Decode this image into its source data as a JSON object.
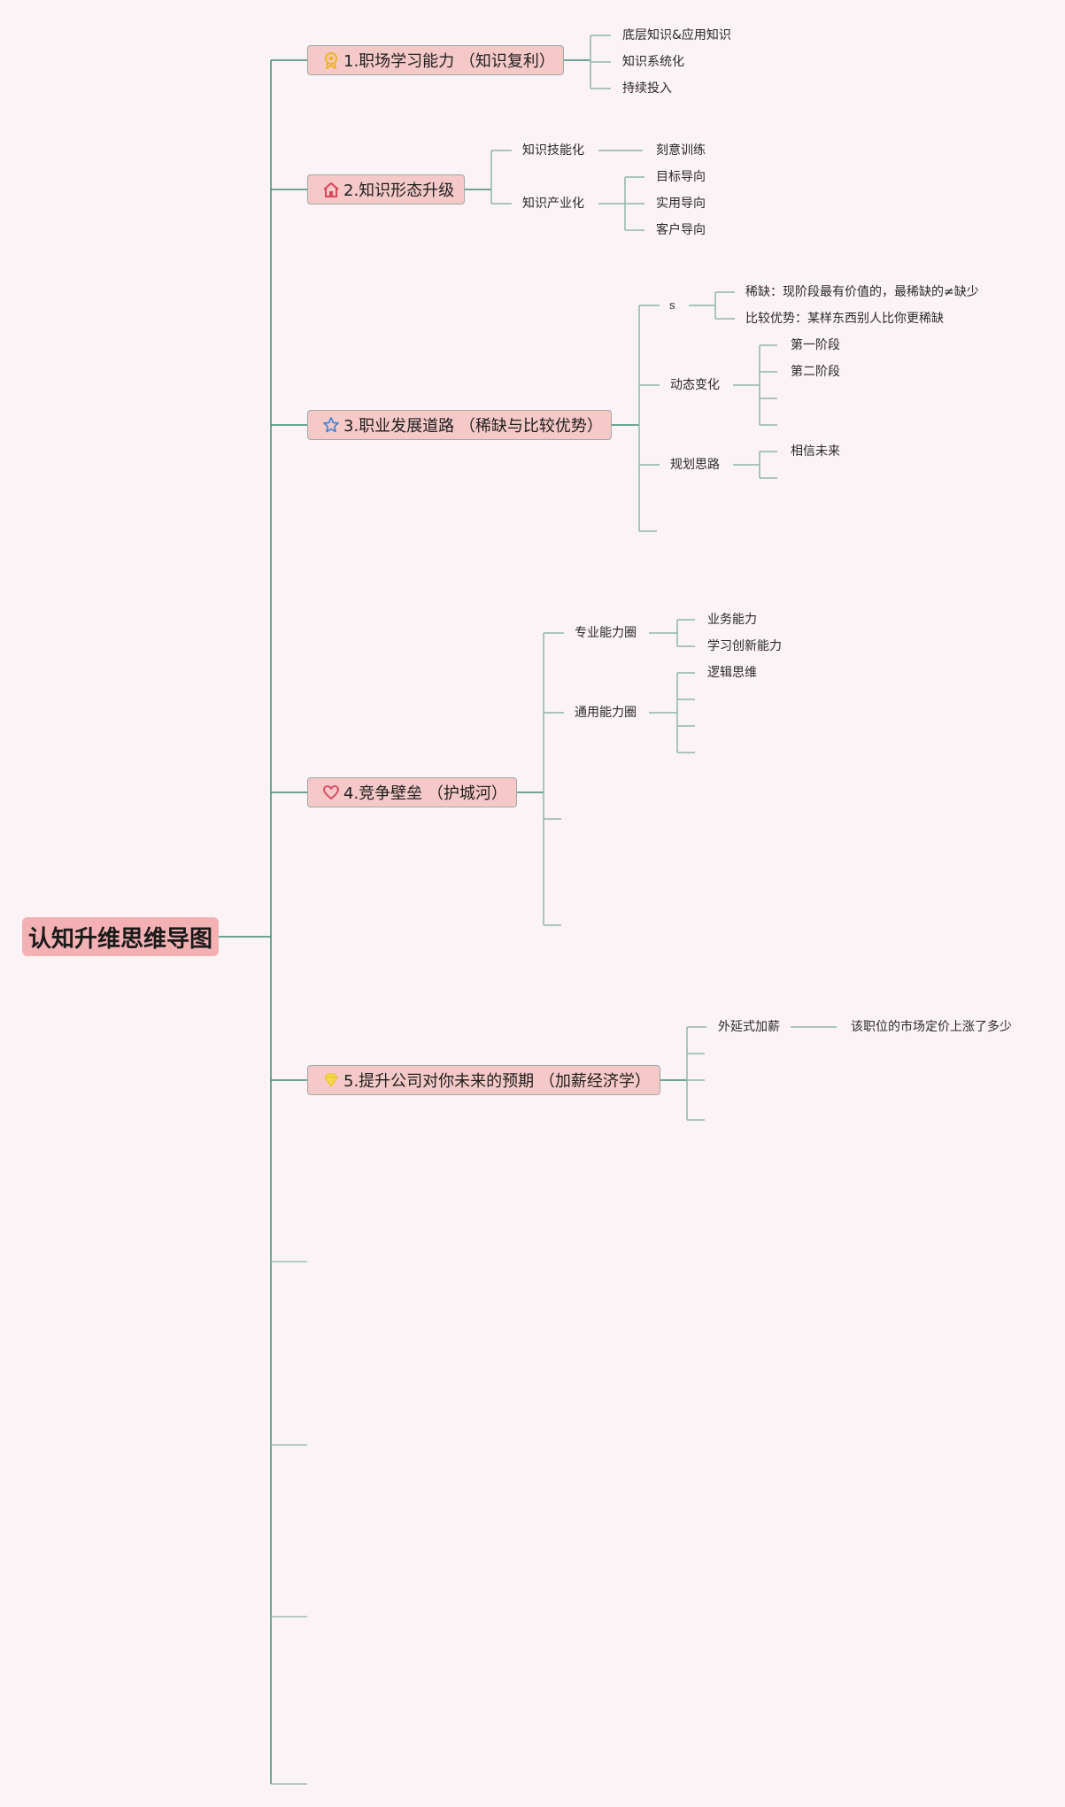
{
  "root": {
    "label": "认知升维思维导图"
  },
  "topics": {
    "t1": {
      "label": "1.职场学习能力 （知识复利）",
      "icon": "medal-icon"
    },
    "t2": {
      "label": "2.知识形态升级",
      "icon": "home-icon"
    },
    "t3": {
      "label": "3.职业发展道路 （稀缺与比较优势）",
      "icon": "star-icon"
    },
    "t4": {
      "label": "4.竞争壁垒 （护城河）",
      "icon": "heart-icon"
    },
    "t5": {
      "label": "5.提升公司对你未来的预期 （加薪经济学）",
      "icon": "gem-icon"
    }
  },
  "subs": {
    "t1_a": "底层知识&应用知识",
    "t1_b": "知识系统化",
    "t1_c": "持续投入",
    "t2_skill": "知识技能化",
    "t2_skill_a": "刻意训练",
    "t2_ind": "知识产业化",
    "t2_ind_a": "目标导向",
    "t2_ind_b": "实用导向",
    "t2_ind_c": "客户导向",
    "t3_s": "s",
    "t3_s_a": "稀缺：现阶段最有价值的，最稀缺的≠缺少",
    "t3_s_b": "比较优势：某样东西别人比你更稀缺",
    "t3_dyn": "动态变化",
    "t3_dyn_a": "第一阶段",
    "t3_dyn_b": "第二阶段",
    "t3_plan": "规划思路",
    "t3_plan_a": "相信未来",
    "t4_pro": "专业能力圈",
    "t4_pro_a": "业务能力",
    "t4_pro_b": "学习创新能力",
    "t4_gen": "通用能力圈",
    "t4_gen_a": "逻辑思维",
    "t5_ext": "外延式加薪",
    "t5_ext_a": "该职位的市场定价上涨了多少"
  },
  "colors": {
    "background": "#fbf3f5",
    "root_fill": "#f3b1b4",
    "topic_fill": "#f5c9c7",
    "topic_border": "#9ea9a6",
    "trunk_line": "#3f8a72",
    "branch_line": "#8fb8aa"
  }
}
